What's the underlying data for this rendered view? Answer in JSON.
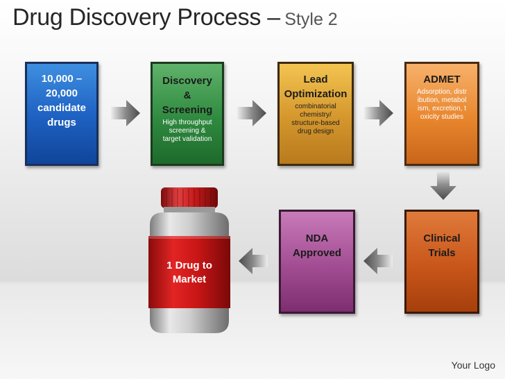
{
  "title": {
    "main": "Drug Discovery Process –",
    "sub": "Style 2"
  },
  "steps": [
    {
      "head": "10,000 –\n20,000\ncandidate\ndrugs",
      "body": ""
    },
    {
      "head": "Discovery\n&\nScreening",
      "body": "High throughput\nscreening &\ntarget validation"
    },
    {
      "head": "Lead\nOptimization",
      "body": "combinatorial\nchemistry/\nstructure-based\ndrug design"
    },
    {
      "head": "ADMET",
      "body": "Adsorption, distr\nibution, metabol\nism, excretion, t\noxicity studies"
    },
    {
      "head": "Clinical\nTrials",
      "body": ""
    },
    {
      "head": "NDA\nApproved",
      "body": ""
    }
  ],
  "bottle_label": "1 Drug to\nMarket",
  "footer": {
    "logo": "Your Logo"
  },
  "colors": {
    "blue": "#1f63c4",
    "green": "#2f8a3f",
    "gold": "#d4962c",
    "orange": "#e8862e",
    "rust": "#c8561a",
    "purple": "#a24d93",
    "bottle_red": "#c81616"
  }
}
